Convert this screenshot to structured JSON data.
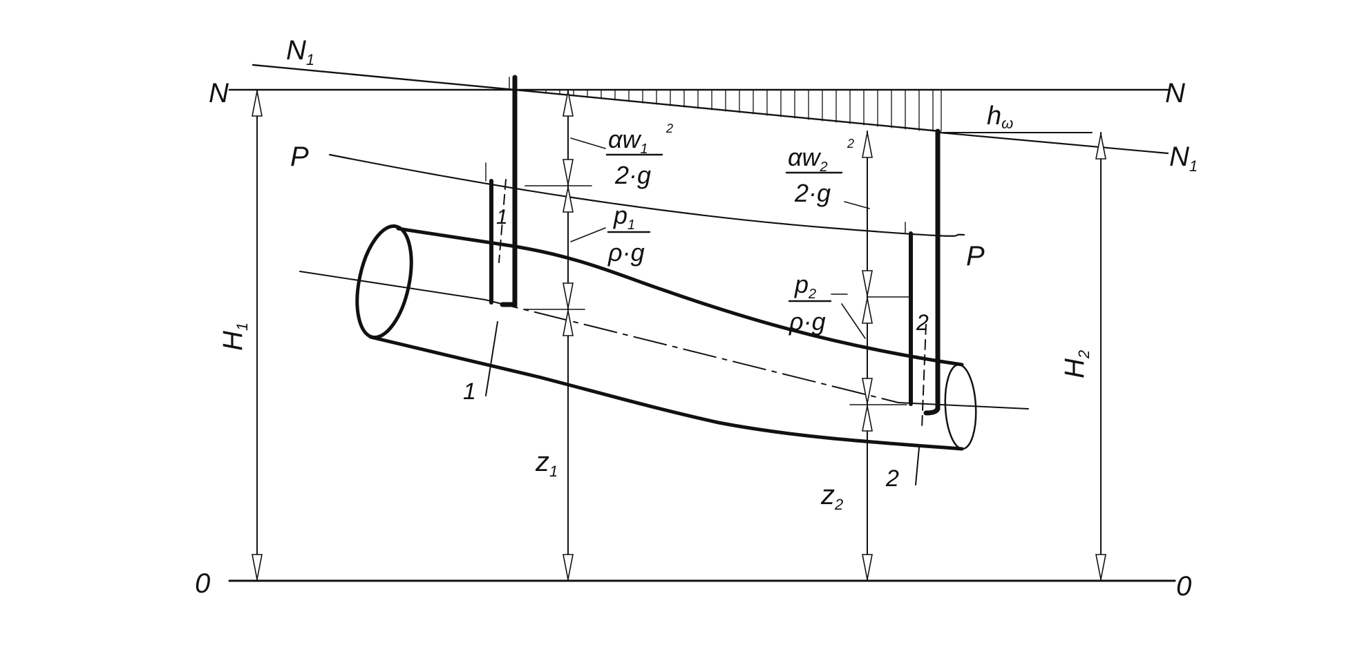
{
  "diagram": {
    "lines": {
      "N": "N",
      "N1": "N",
      "N1_sub": "1",
      "P": "P",
      "O": "0"
    },
    "heads": {
      "H1": "H",
      "H1_sub": "1",
      "H2": "H",
      "H2_sub": "2",
      "z1": "z",
      "z1_sub": "1",
      "z2": "z",
      "z2_sub": "2",
      "h_loss": "h",
      "h_loss_sub": "ω"
    },
    "terms": {
      "vel1_num": "αw",
      "vel1_sub": "1",
      "vel2_num": "αw",
      "vel2_sub": "2",
      "vel_pow": "2",
      "vel_den": "2·g",
      "p1_num": "p",
      "p1_sub": "1",
      "p2_num": "p",
      "p2_sub": "2",
      "p_den": "ρ·g"
    },
    "sections": {
      "s1": "1",
      "s2": "2"
    }
  }
}
